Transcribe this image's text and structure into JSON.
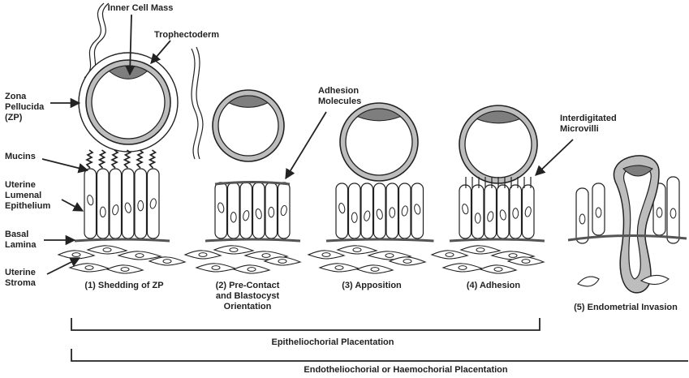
{
  "colors": {
    "ink": "#222222",
    "shell": "#bdbdbd",
    "mass": "#7e7e7e",
    "lamina": "#555555",
    "background": "#ffffff"
  },
  "labels": {
    "inner_cell_mass": "Inner Cell Mass",
    "trophectoderm": "Trophectoderm",
    "zona_pellucida": "Zona\nPellucida\n(ZP)",
    "mucins": "Mucins",
    "uterine_lumenal_epithelium": "Uterine\nLumenal\nEpithelium",
    "basal_lamina": "Basal\nLamina",
    "uterine_stroma": "Uterine\nStroma",
    "adhesion_molecules": "Adhesion\nMolecules",
    "interdigitated_microvilli": "Interdigitated\nMicrovilli"
  },
  "stages": [
    {
      "caption": "(1) Shedding of ZP"
    },
    {
      "caption": "(2) Pre-Contact\nand Blastocyst\nOrientation"
    },
    {
      "caption": "(3) Apposition"
    },
    {
      "caption": "(4) Adhesion"
    },
    {
      "caption": "(5) Endometrial Invasion"
    }
  ],
  "brackets": {
    "epitheliochorial": "Epitheliochorial Placentation",
    "endotheliochorial": "Endotheliochorial or Haemochorial Placentation"
  }
}
